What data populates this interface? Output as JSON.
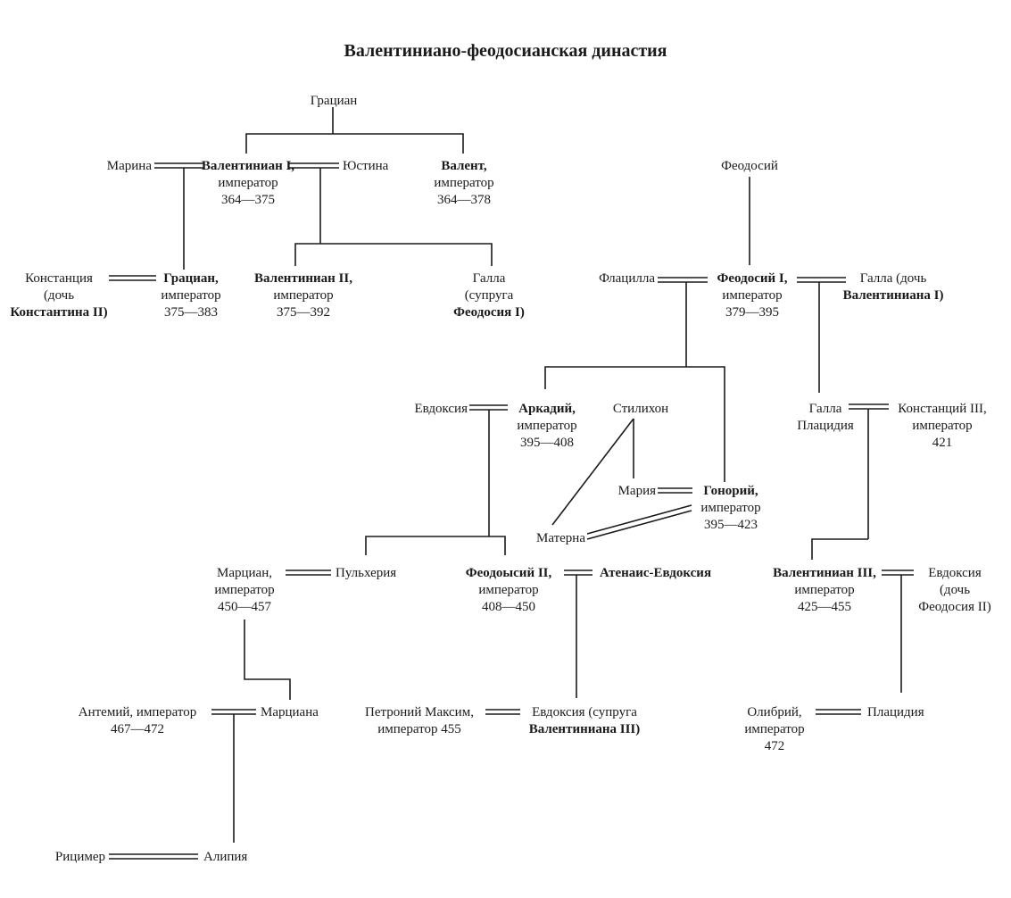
{
  "title": "Валентиниано-феодосианская династия",
  "persons": {
    "gratian_elder": {
      "name": "Грациан"
    },
    "marina": {
      "name": "Марина"
    },
    "valentinian1": {
      "name": "Валентиниан I,",
      "role": "император",
      "years": "364—375"
    },
    "justina": {
      "name": "Юстина"
    },
    "valens": {
      "name": "Валент,",
      "role": "император",
      "years": "364—378"
    },
    "theodosius_elder": {
      "name": "Феодосий"
    },
    "constantia": {
      "name": "Констанция",
      "note1": "(дочь",
      "note2": "Константина II)"
    },
    "gratian": {
      "name": "Грациан,",
      "role": "император",
      "years": "375—383"
    },
    "valentinian2": {
      "name": "Валентиниан II,",
      "role": "император",
      "years": "375—392"
    },
    "galla": {
      "name": "Галла",
      "note1": "(супруга",
      "note2": "Феодосия I)"
    },
    "flacilla": {
      "name": "Флацилла"
    },
    "theodosius1": {
      "name": "Феодосий I,",
      "role": "император",
      "years": "379—395"
    },
    "galla2": {
      "name": "Галла (дочь",
      "note": "Валентиниана I)"
    },
    "eudoxia": {
      "name": "Евдоксия"
    },
    "arcadius": {
      "name": "Аркадий,",
      "role": "император",
      "years": "395—408"
    },
    "stilicho": {
      "name": "Стилихон"
    },
    "maria": {
      "name": "Мария"
    },
    "honorius": {
      "name": "Гонорий,",
      "role": "император",
      "years": "395—423"
    },
    "materna": {
      "name": "Матерна"
    },
    "galla_placidia": {
      "name": "Галла",
      "name2": "Плацидия"
    },
    "constantius3": {
      "name": "Констанций III,",
      "role": "император",
      "years": "421"
    },
    "marcian": {
      "name": "Марциан,",
      "role": "император",
      "years": "450—457"
    },
    "pulcheria": {
      "name": "Пульхерия"
    },
    "theodosius2": {
      "name": "Феодоысий II,",
      "role": "император",
      "years": "408—450"
    },
    "athenais": {
      "name": "Атенаис-Евдоксия"
    },
    "valentinian3": {
      "name": "Валентиниан III,",
      "role": "император",
      "years": "425—455"
    },
    "eudoxia2": {
      "name": "Евдоксия",
      "note1": "(дочь",
      "note2": "Феодосия II)"
    },
    "anthemius": {
      "name": "Антемий, император",
      "years": "467—472"
    },
    "marciana": {
      "name": "Марциана"
    },
    "petronius": {
      "name": "Петроний Максим,",
      "role": "император 455"
    },
    "eudoxia3": {
      "name": "Евдоксия (супруга",
      "note": "Валентиниана III)"
    },
    "olybrius": {
      "name": "Олибрий,",
      "role": "император",
      "years": "472"
    },
    "placidia": {
      "name": "Плацидия"
    },
    "ricimer": {
      "name": "Рицимер"
    },
    "alypia": {
      "name": "Алипия"
    }
  }
}
